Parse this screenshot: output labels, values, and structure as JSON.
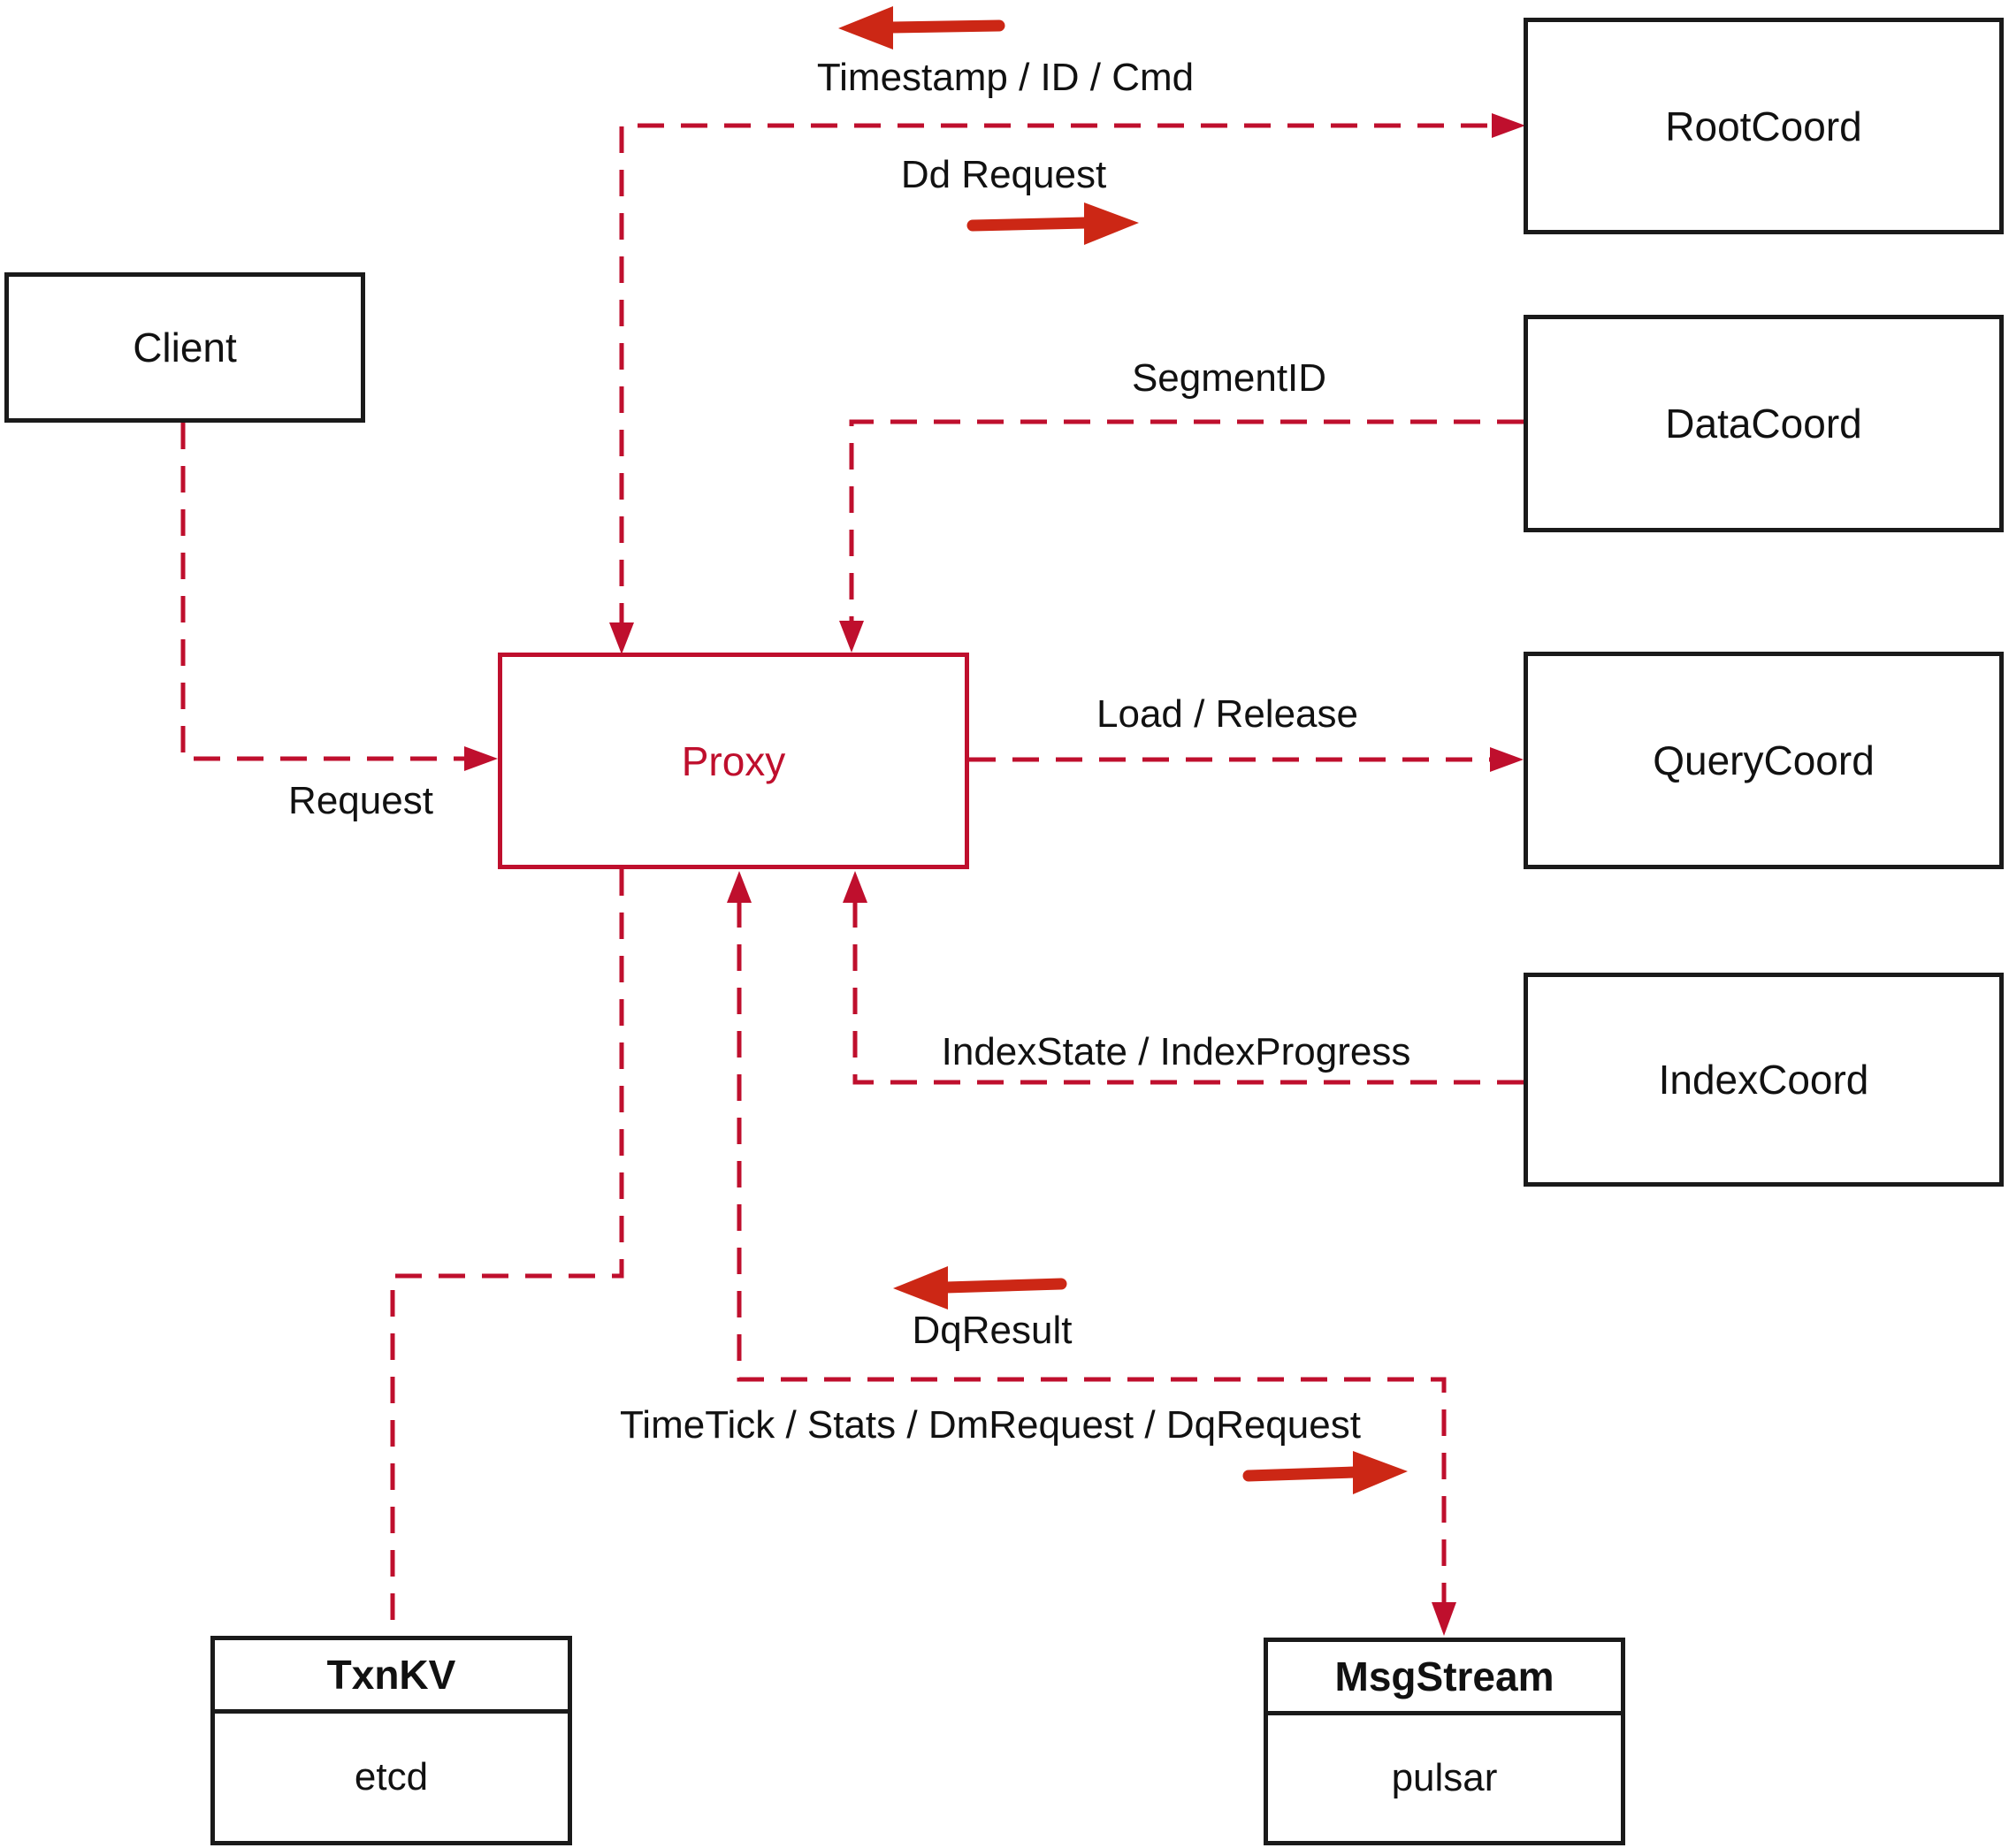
{
  "diagram": {
    "nodes": {
      "client": {
        "label": "Client"
      },
      "proxy": {
        "label": "Proxy"
      },
      "root_coord": {
        "label": "RootCoord"
      },
      "data_coord": {
        "label": "DataCoord"
      },
      "query_coord": {
        "label": "QueryCoord"
      },
      "index_coord": {
        "label": "IndexCoord"
      },
      "txn_kv": {
        "title": "TxnKV",
        "subtitle": "etcd"
      },
      "msg_stream": {
        "title": "MsgStream",
        "subtitle": "pulsar"
      }
    },
    "edge_labels": {
      "timestamp": "Timestamp / ID / Cmd",
      "dd_request": "Dd Request",
      "segment_id": "SegmentID",
      "load_release": "Load / Release",
      "request": "Request",
      "index_state": "IndexState / IndexProgress",
      "dq_result": "DqResult",
      "time_tick": "TimeTick / Stats / DmRequest / DqRequest"
    },
    "colors": {
      "dashed_line": "#bf0f2d",
      "solid_arrow": "#cc2715",
      "box_border": "#1a1a1a",
      "proxy_accent": "#bf0f2d",
      "text": "#111111",
      "background": "#ffffff"
    }
  }
}
